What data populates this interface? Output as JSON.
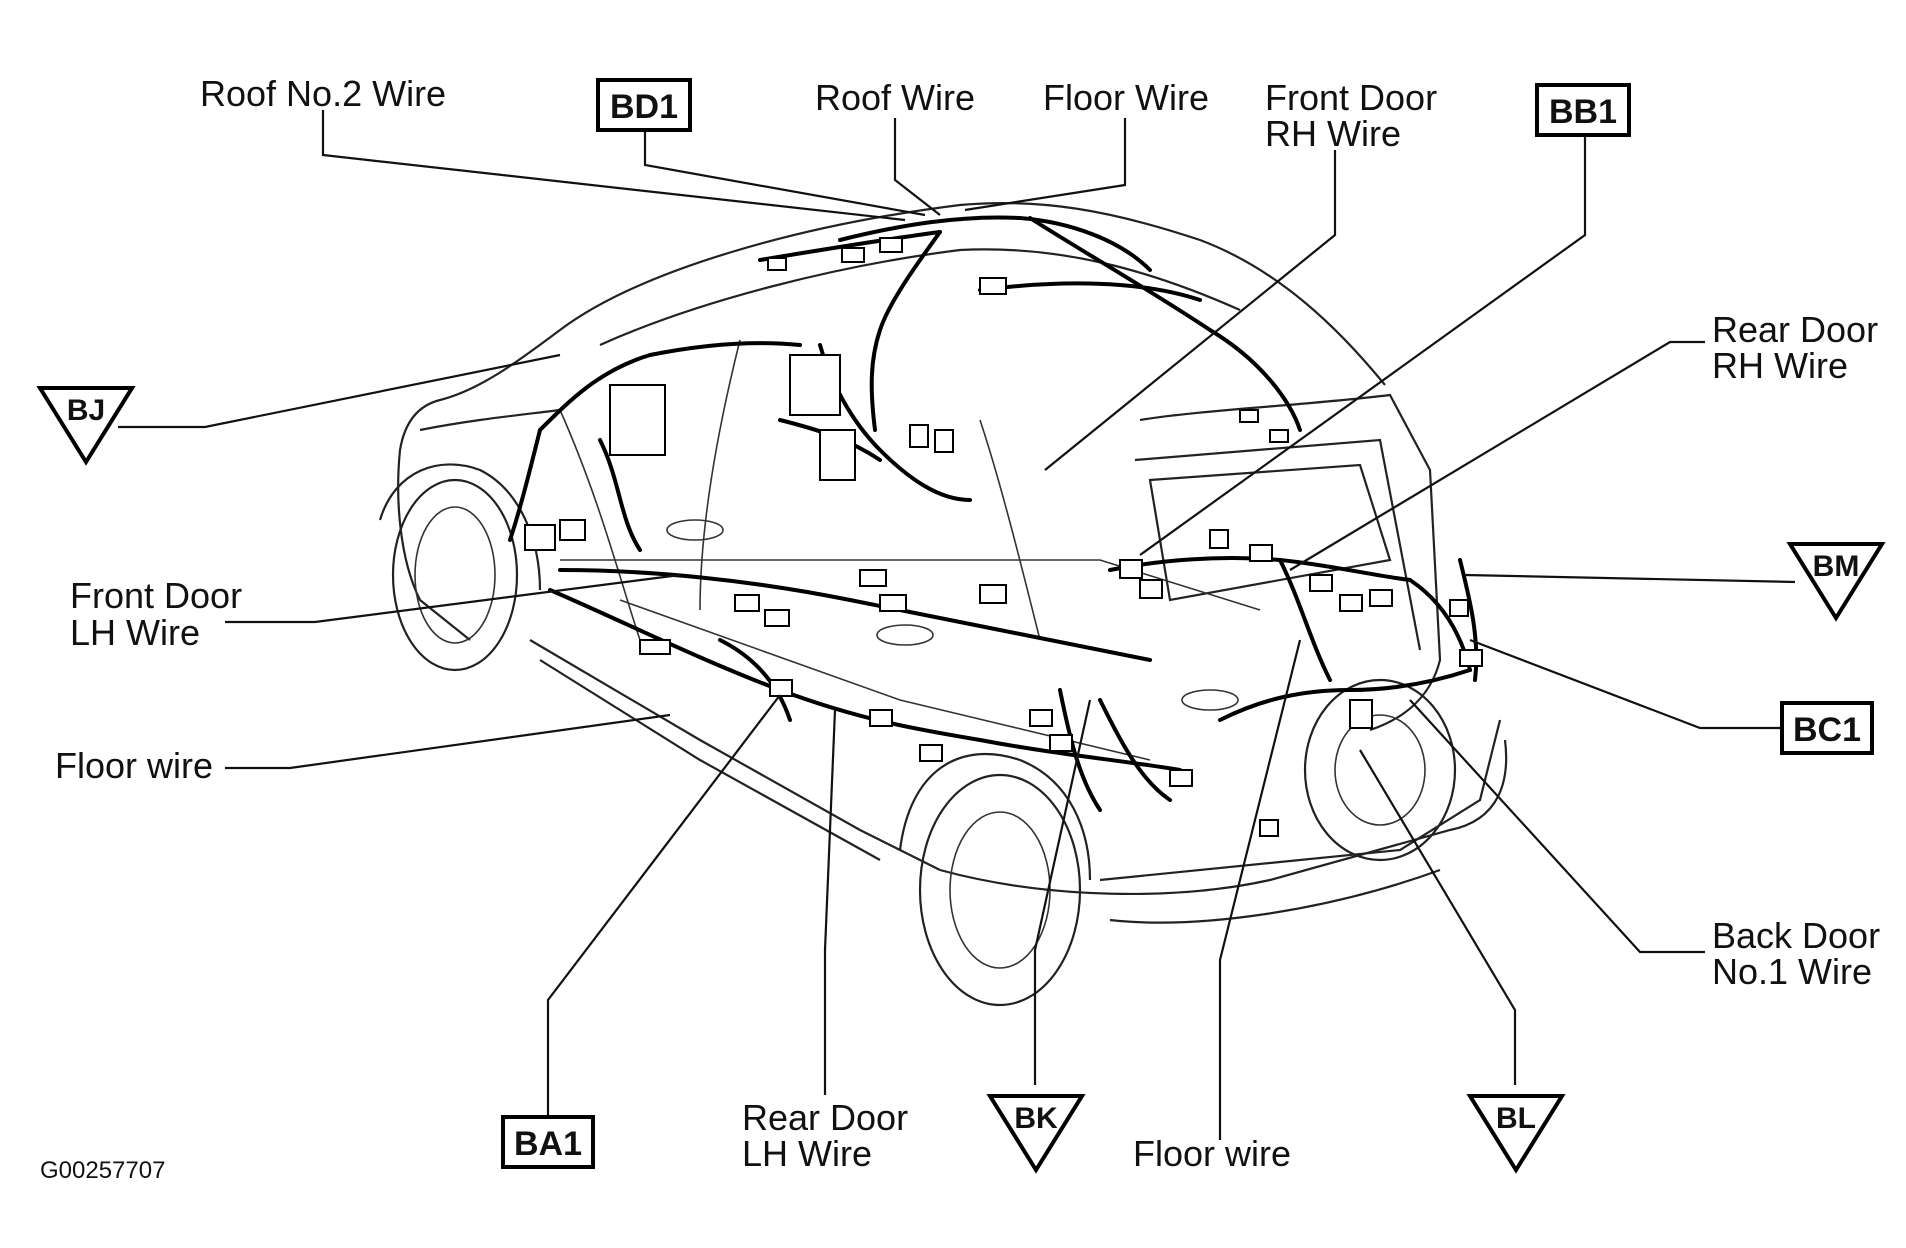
{
  "diagram": {
    "figure_id": "G00257707",
    "labels": {
      "roof_no2_wire": "Roof No.2 Wire",
      "roof_wire": "Roof Wire",
      "floor_wire_top": "Floor Wire",
      "front_door_rh_wire_l1": "Front Door",
      "front_door_rh_wire_l2": "RH Wire",
      "rear_door_rh_wire_l1": "Rear Door",
      "rear_door_rh_wire_l2": "RH Wire",
      "front_door_lh_wire_l1": "Front Door",
      "front_door_lh_wire_l2": "LH Wire",
      "floor_wire_left": "Floor wire",
      "rear_door_lh_wire_l1": "Rear Door",
      "rear_door_lh_wire_l2": "LH Wire",
      "floor_wire_bottom": "Floor wire",
      "back_door_no1_wire_l1": "Back Door",
      "back_door_no1_wire_l2": "No.1 Wire"
    },
    "connectors": {
      "bd1": "BD1",
      "bb1": "BB1",
      "bc1": "BC1",
      "ba1": "BA1"
    },
    "grounds": {
      "bj": "BJ",
      "bm": "BM",
      "bk": "BK",
      "bl": "BL"
    }
  }
}
